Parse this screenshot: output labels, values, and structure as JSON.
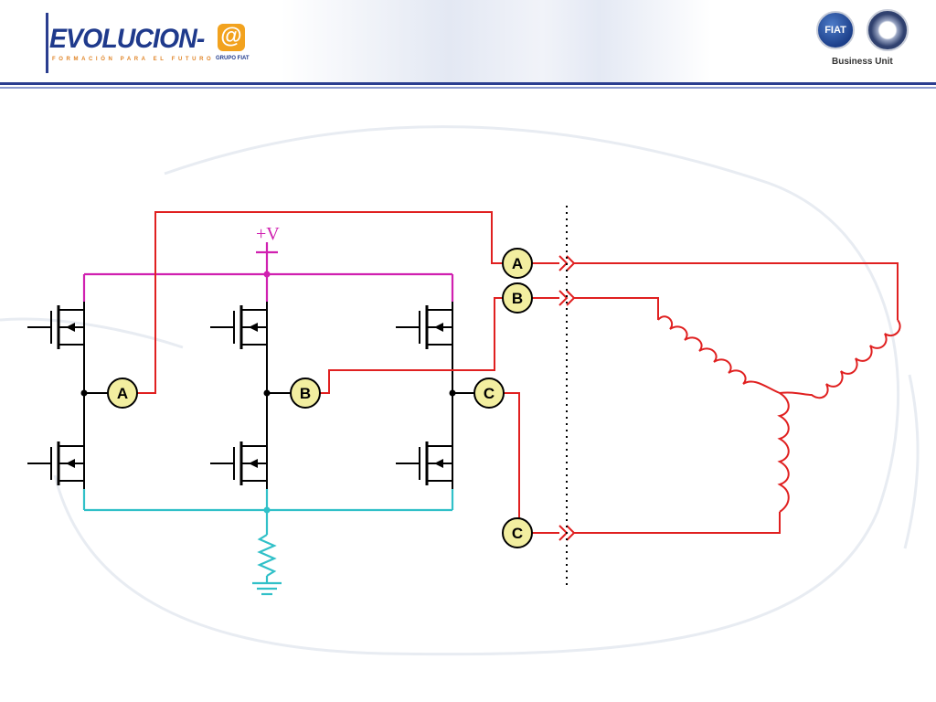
{
  "header": {
    "logo_text": "EVOLUCION-",
    "logo_at": "@",
    "logo_tagline": "FORMACIÓN PARA EL FUTURO",
    "logo_group": "GRUPO FIAT",
    "brand_badge": "FIAT",
    "business_unit": "Business Unit"
  },
  "diagram": {
    "supply_label": "+V",
    "phase_labels": {
      "inverter_a": "A",
      "inverter_b": "B",
      "inverter_c": "C",
      "connector_a": "A",
      "connector_b": "B",
      "connector_c": "C"
    },
    "colors": {
      "phase_wire": "#e02020",
      "positive_rail": "#d020b0",
      "negative_rail": "#30c0c8",
      "component": "#000000",
      "label_fill": "#f2eea0",
      "separator": "#000000"
    }
  }
}
